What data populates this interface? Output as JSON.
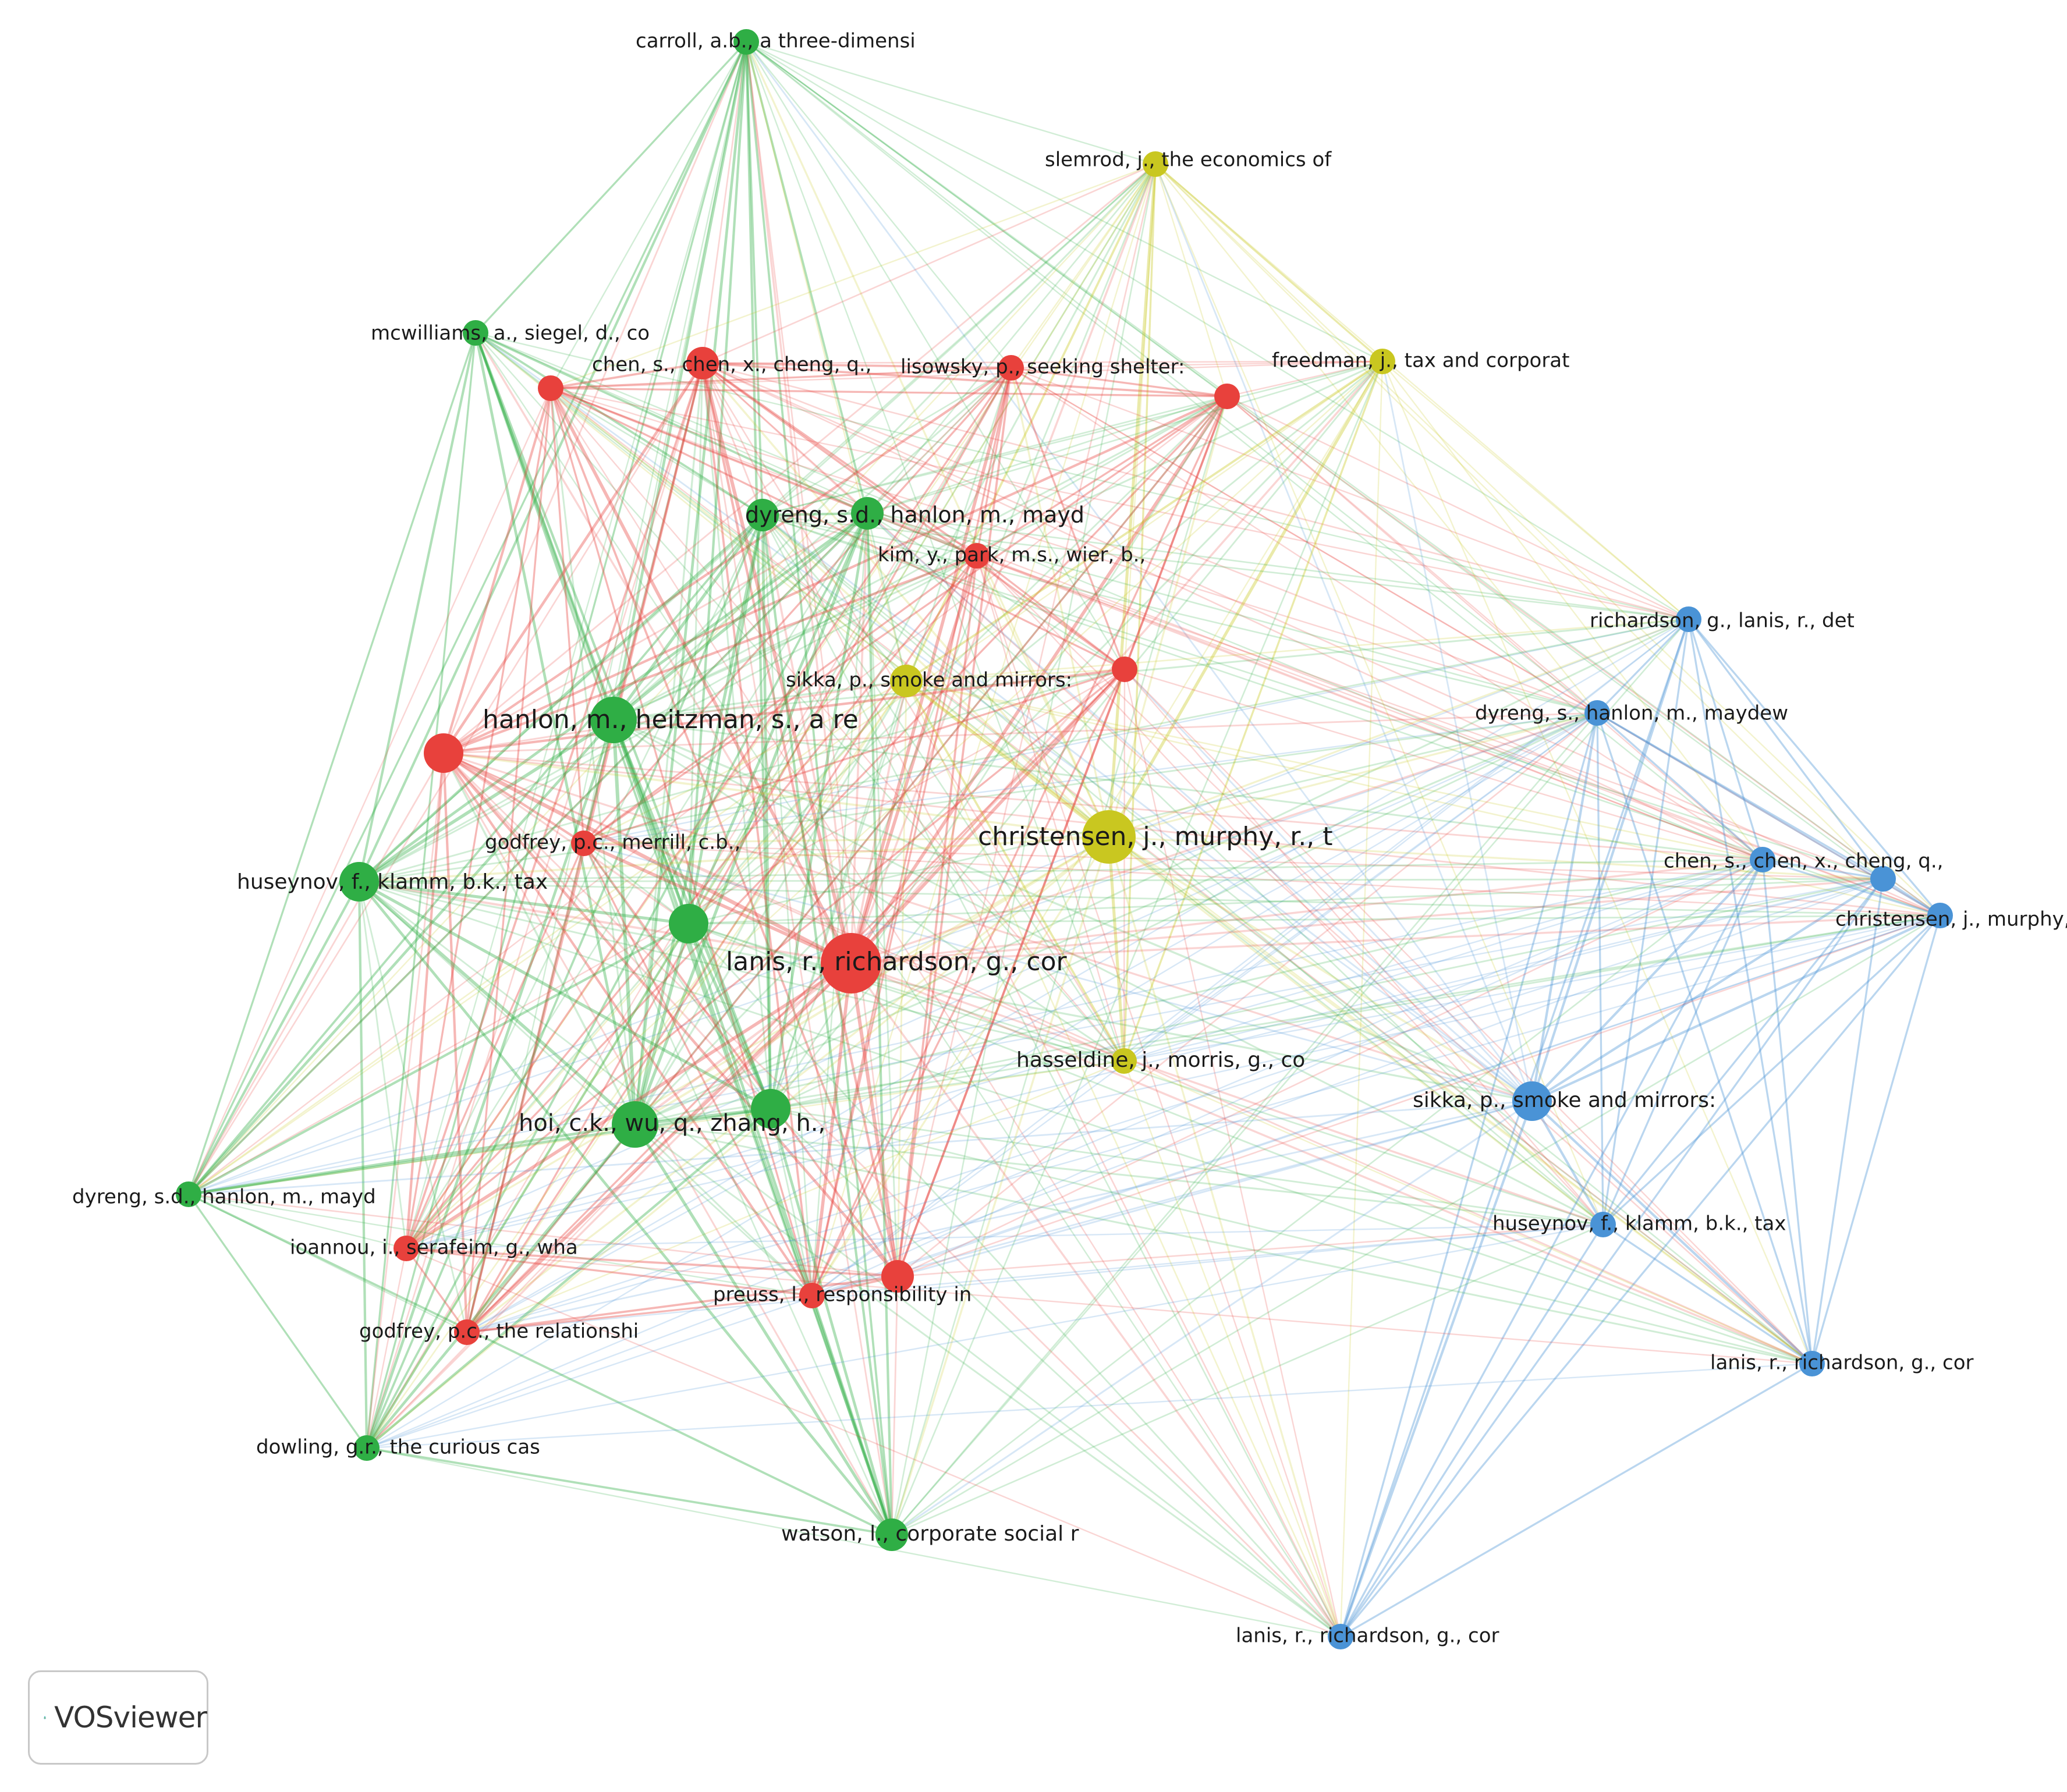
{
  "clusters": {
    "red": "#e8413c",
    "green": "#2fae45",
    "blue": "#4a93d6",
    "yellow": "#c9c720"
  },
  "nodes": [
    {
      "id": "n_carroll",
      "label": "carroll, a.b., a three-dimensi",
      "cluster": "green",
      "weight": 2
    },
    {
      "id": "n_slemrod",
      "label": "slemrod, j., the economics of",
      "cluster": "yellow",
      "weight": 2
    },
    {
      "id": "n_mcwilliams",
      "label": "mcwilliams, a., siegel, d., co",
      "cluster": "green",
      "weight": 2
    },
    {
      "id": "n_chen_red",
      "label": "chen, s., chen, x., cheng, q.,",
      "cluster": "red",
      "weight": 3
    },
    {
      "id": "n_red_unl1",
      "label": "",
      "cluster": "red",
      "weight": 2
    },
    {
      "id": "n_lisowsky",
      "label": "lisowsky, p., seeking shelter:",
      "cluster": "red",
      "weight": 2
    },
    {
      "id": "n_red_unl2",
      "label": "",
      "cluster": "red",
      "weight": 2
    },
    {
      "id": "n_freedman",
      "label": "freedman, j., tax and corporat",
      "cluster": "yellow",
      "weight": 2
    },
    {
      "id": "n_dyreng_g1",
      "label": "dyreng, s.d., hanlon, m., mayd",
      "cluster": "green",
      "weight": 3
    },
    {
      "id": "n_green_unl1",
      "label": "",
      "cluster": "green",
      "weight": 3
    },
    {
      "id": "n_kim",
      "label": "kim, y., park, m.s., wier, b.,",
      "cluster": "red",
      "weight": 2
    },
    {
      "id": "n_richardson_b",
      "label": "richardson, g., lanis, r., det",
      "cluster": "blue",
      "weight": 2
    },
    {
      "id": "n_sikka_y",
      "label": "sikka, p., smoke and mirrors:",
      "cluster": "yellow",
      "weight": 3
    },
    {
      "id": "n_red_unl3",
      "label": "",
      "cluster": "red",
      "weight": 2
    },
    {
      "id": "n_dyreng_b",
      "label": "dyreng, s., hanlon, m., maydew",
      "cluster": "blue",
      "weight": 2
    },
    {
      "id": "n_hanlon",
      "label": "hanlon, m., heitzman, s., a re",
      "cluster": "green",
      "weight": 5
    },
    {
      "id": "n_red_unl4",
      "label": "",
      "cluster": "red",
      "weight": 4
    },
    {
      "id": "n_christensen_y",
      "label": "christensen, j., murphy, r., t",
      "cluster": "yellow",
      "weight": 6
    },
    {
      "id": "n_godfrey_m",
      "label": "godfrey, p.c., merrill, c.b.,",
      "cluster": "red",
      "weight": 2
    },
    {
      "id": "n_huseynov_g",
      "label": "huseynov, f., klamm, b.k., tax",
      "cluster": "green",
      "weight": 4
    },
    {
      "id": "n_chen_b",
      "label": "chen, s., chen, x., cheng, q.,",
      "cluster": "blue",
      "weight": 2
    },
    {
      "id": "n_blue_unl1",
      "label": "",
      "cluster": "blue",
      "weight": 2
    },
    {
      "id": "n_christensen_b",
      "label": "christensen, j., murphy, r., t",
      "cluster": "blue",
      "weight": 2
    },
    {
      "id": "n_green_unl2",
      "label": "",
      "cluster": "green",
      "weight": 4
    },
    {
      "id": "n_lanis_r",
      "label": "lanis, r., richardson, g., cor",
      "cluster": "red",
      "weight": 7
    },
    {
      "id": "n_hasseldine",
      "label": "hasseldine, j., morris, g., co",
      "cluster": "yellow",
      "weight": 2
    },
    {
      "id": "n_sikka_b",
      "label": "sikka, p., smoke and mirrors:",
      "cluster": "blue",
      "weight": 4
    },
    {
      "id": "n_green_unl3",
      "label": "",
      "cluster": "green",
      "weight": 4
    },
    {
      "id": "n_hoi",
      "label": "hoi, c.k., wu, q., zhang, h.,",
      "cluster": "green",
      "weight": 5
    },
    {
      "id": "n_dyreng_g2",
      "label": "dyreng, s.d., hanlon, m., mayd",
      "cluster": "green",
      "weight": 2
    },
    {
      "id": "n_huseynov_b",
      "label": "huseynov, f., klamm, b.k., tax",
      "cluster": "blue",
      "weight": 2
    },
    {
      "id": "n_ioannou",
      "label": "ioannou, i., serafeim, g., wha",
      "cluster": "red",
      "weight": 2
    },
    {
      "id": "n_preuss",
      "label": "preuss, l., responsibility in",
      "cluster": "red",
      "weight": 2
    },
    {
      "id": "n_red_unl5",
      "label": "",
      "cluster": "red",
      "weight": 3
    },
    {
      "id": "n_godfrey_r",
      "label": "godfrey, p.c., the relationshi",
      "cluster": "red",
      "weight": 2
    },
    {
      "id": "n_lanis_b2",
      "label": "lanis, r., richardson, g., cor",
      "cluster": "blue",
      "weight": 2
    },
    {
      "id": "n_dowling",
      "label": "dowling, g.r., the curious cas",
      "cluster": "green",
      "weight": 2
    },
    {
      "id": "n_watson",
      "label": "watson, l., corporate social r",
      "cluster": "green",
      "weight": 3
    },
    {
      "id": "n_lanis_b1",
      "label": "lanis, r., richardson, g., cor",
      "cluster": "blue",
      "weight": 2
    }
  ],
  "badge": {
    "text": "VOSviewer",
    "logo_icon": "vosviewer-logo-icon"
  }
}
